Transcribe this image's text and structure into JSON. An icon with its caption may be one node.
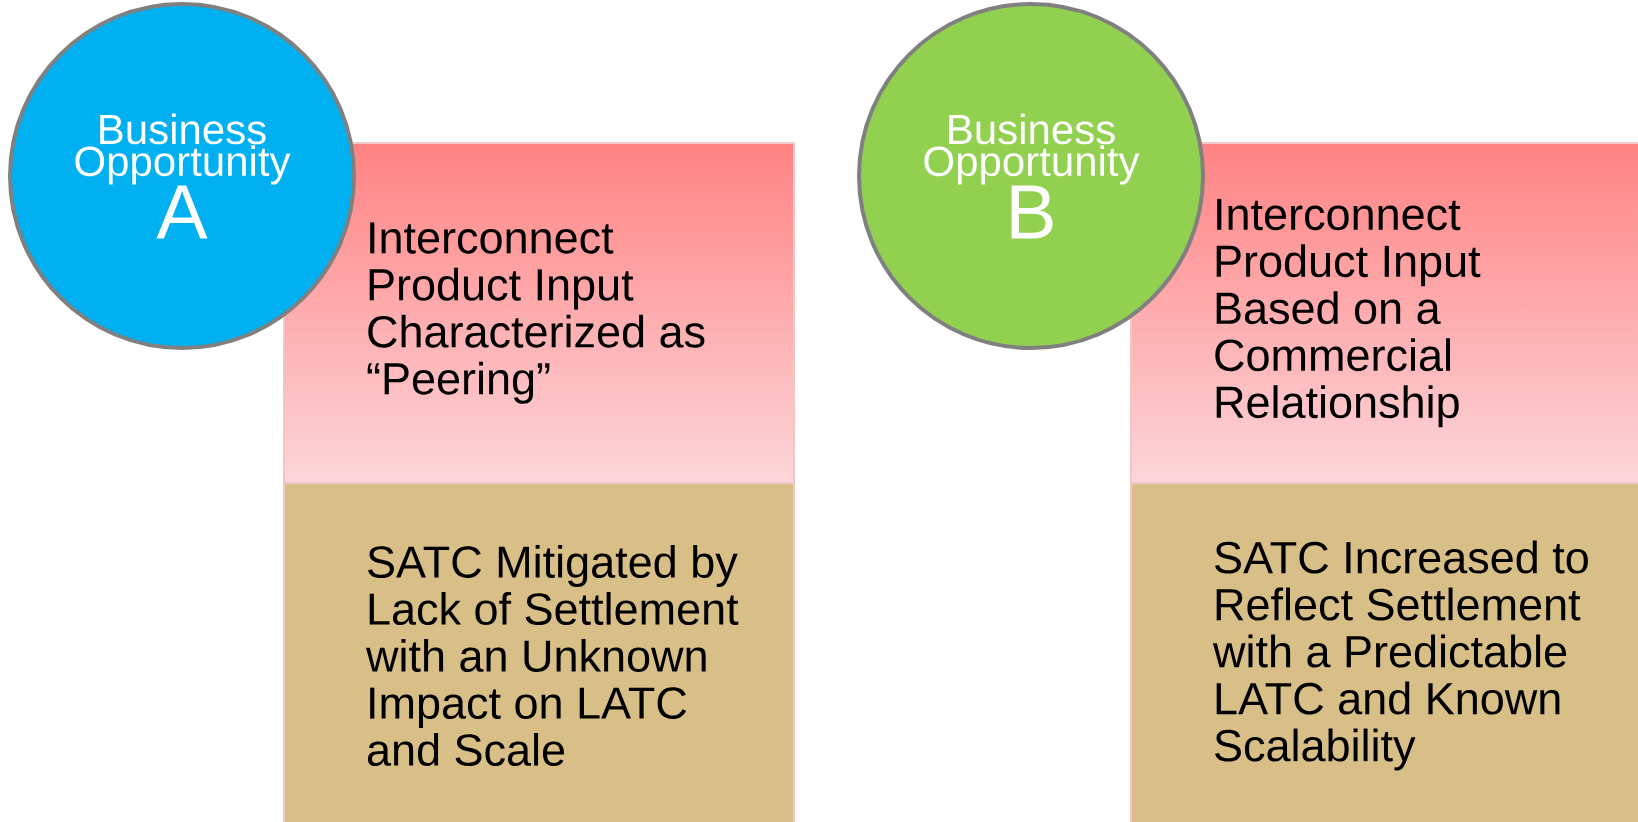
{
  "diagram": {
    "nodes": [
      {
        "text": [
          "Business Opportunity",
          "A"
        ]
      },
      {
        "text": [
          "Interconnect Product Input Characterized as “Peering”"
        ]
      },
      {
        "text": [
          "SATC Mitigated by Lack of Settlement with an Unknown Impact on LATC and Scale"
        ]
      },
      {
        "text": [
          "Business Opportunity",
          "B"
        ]
      },
      {
        "text": [
          "Interconnect Product Input Based on a Commercial Relationship"
        ]
      },
      {
        "text": [
          "SATC Increased to Reflect Settlement with a Predictable LATC and Known Scalability"
        ]
      }
    ]
  }
}
